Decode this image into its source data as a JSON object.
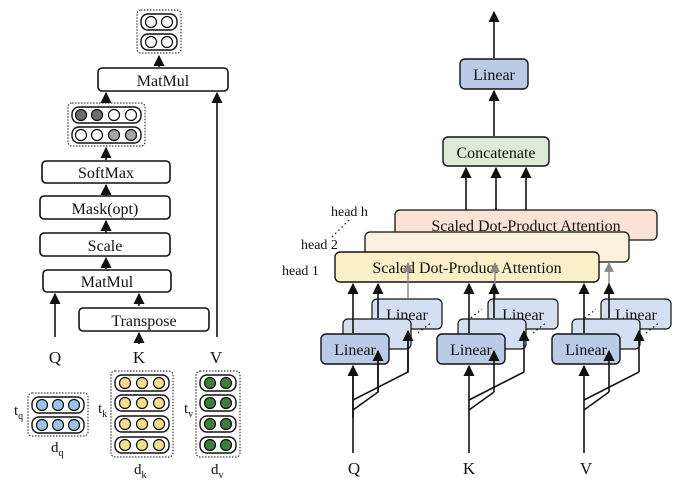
{
  "left": {
    "blocks": {
      "matmul_top": "MatMul",
      "softmax": "SoftMax",
      "mask": "Mask(opt)",
      "scale": "Scale",
      "matmul_bottom": "MatMul",
      "transpose": "Transpose"
    },
    "inputs": {
      "q": "Q",
      "k": "K",
      "v": "V"
    },
    "dims": {
      "tq": "t",
      "tq_sub": "q",
      "dq": "d",
      "dq_sub": "q",
      "tk": "t",
      "tk_sub": "k",
      "dk": "d",
      "dk_sub": "k",
      "tv": "t",
      "tv_sub": "v",
      "dv": "d",
      "dv_sub": "v"
    }
  },
  "right": {
    "linear_top": "Linear",
    "concatenate": "Concatenate",
    "sdpa_label": "Scaled Dot-Product Attention",
    "heads": {
      "h": "head h",
      "two": "head 2",
      "one": "head 1"
    },
    "linear_label": "Linear",
    "inputs": {
      "q": "Q",
      "k": "K",
      "v": "V"
    }
  },
  "colors": {
    "linear_fill": "#b9cbe6",
    "concat_fill": "#dcebd6",
    "sdpa_fill": "#fbefc8",
    "q_circle": "#9cc3ea",
    "k_circle": "#f7dc8e",
    "v_circle": "#3f7d3a",
    "attn_dark": "#6d6d6d",
    "attn_mid": "#a6a6a6"
  }
}
